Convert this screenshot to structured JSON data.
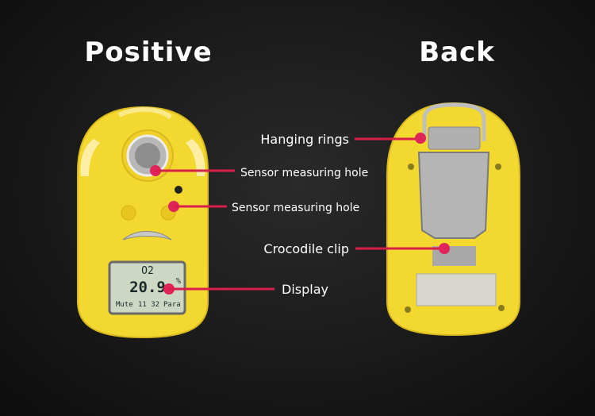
{
  "titles": {
    "front": "Positive",
    "back": "Back"
  },
  "callouts": {
    "hanging_rings": "Hanging rings",
    "sensor_hole_1": "Sensor measuring hole",
    "sensor_hole_2": "Sensor measuring hole",
    "crocodile_clip": "Crocodile clip",
    "display": "Display"
  },
  "lcd": {
    "gas": "O2",
    "reading": "20.9",
    "unit": "%",
    "left": "Mute",
    "time": "11 32",
    "right": "Para"
  },
  "colors": {
    "device": "#f2d92e",
    "callout": "#d81e4a",
    "background": "#1a1a1a"
  }
}
